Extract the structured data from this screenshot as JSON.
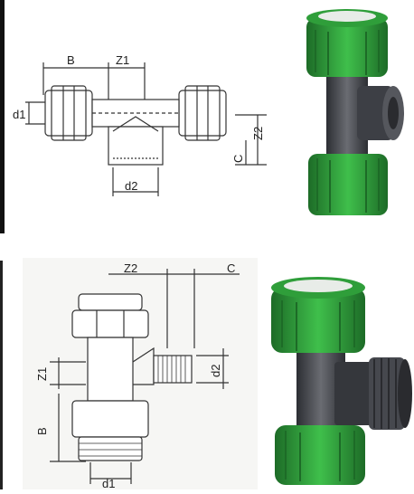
{
  "top_drawing": {
    "label_b": "B",
    "label_z1": "Z1",
    "label_d1": "d1",
    "label_z2": "Z2",
    "label_c": "C",
    "label_d2": "d2"
  },
  "bottom_drawing": {
    "label_z2": "Z2",
    "label_c": "C",
    "label_d2": "d2",
    "label_z1": "Z1",
    "label_b": "B",
    "label_d1": "d1"
  },
  "colors": {
    "fitting_green": "#2f9e3a",
    "fitting_green_dark": "#1d6b27",
    "body_gray": "#4a4c52",
    "body_gray_dark": "#2c2e33",
    "line": "#333333"
  }
}
